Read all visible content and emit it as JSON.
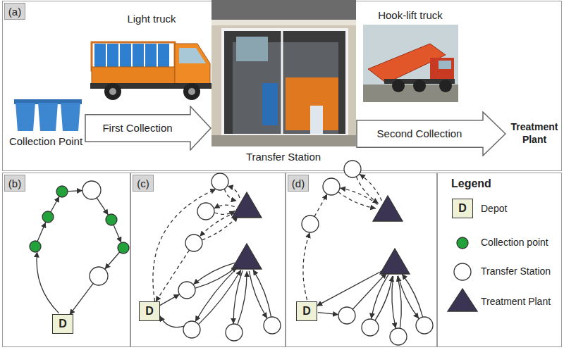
{
  "diagram": {
    "nodes": [
      {
        "text": [
          "(a)"
        ]
      },
      {
        "text": [
          "First Collection"
        ]
      },
      {
        "text": [
          "Second Collection"
        ]
      },
      {
        "text": [
          "(b)"
        ]
      },
      {
        "text": [
          "D"
        ]
      },
      {
        "text": [
          "(c)"
        ]
      },
      {
        "text": [
          "D"
        ]
      },
      {
        "text": [
          "(d)"
        ]
      },
      {
        "text": [
          "D"
        ]
      },
      {
        "text": [
          "D"
        ]
      }
    ],
    "labels": [
      "Light truck",
      "Hook-lift truck",
      "Collection Point",
      "Transfer Station",
      "Treatment Plant",
      "Legend"
    ],
    "legend": [
      {
        "text": "Depot"
      },
      {
        "text": "Collection point",
        "color": "#23a23c"
      },
      {
        "text": "Transfer Station",
        "color": "#ffffff"
      },
      {
        "text": "Treatment Plant",
        "color": "#3b3453"
      }
    ]
  }
}
